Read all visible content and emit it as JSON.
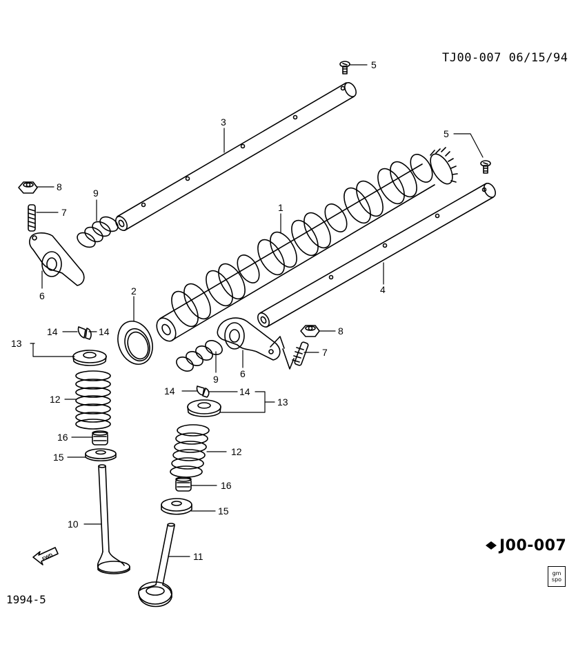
{
  "header": {
    "ref": "TJ00-007 06/15/94"
  },
  "diagram_code": "J00-007",
  "footer_date": "1994-5",
  "fwd_arrow_text": "FWD",
  "stamp_text": [
    "gm",
    "spo"
  ],
  "callouts": {
    "c1": "1",
    "c2": "2",
    "c3": "3",
    "c4": "4",
    "c5a": "5",
    "c5b": "5",
    "c6a": "6",
    "c6b": "6",
    "c7a": "7",
    "c7b": "7",
    "c8a": "8",
    "c8b": "8",
    "c9a": "9",
    "c9b": "9",
    "c10": "10",
    "c11": "11",
    "c12a": "12",
    "c12b": "12",
    "c13a": "13",
    "c13b": "13",
    "c14a": "14",
    "c14b": "14",
    "c14c": "14",
    "c14d": "14",
    "c15a": "15",
    "c15b": "15",
    "c16a": "16",
    "c16b": "16"
  }
}
